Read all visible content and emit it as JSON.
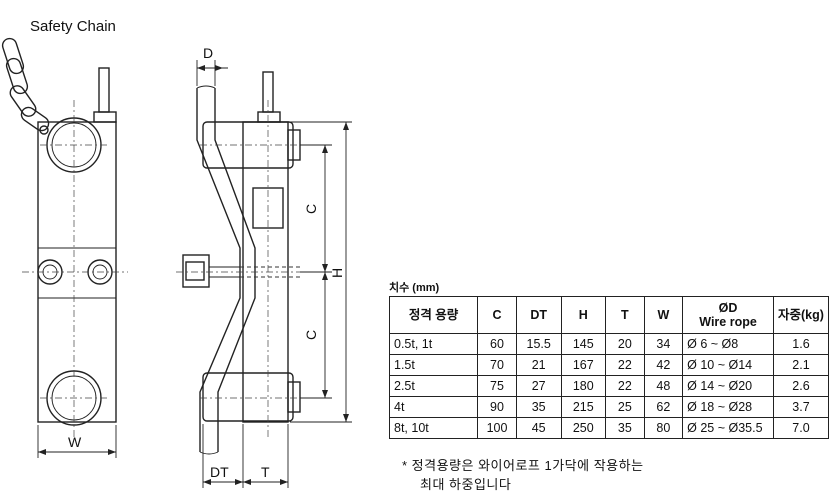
{
  "labels": {
    "safety_chain": "Safety Chain",
    "D": "D",
    "W": "W",
    "DT": "DT",
    "T": "T",
    "C_upper": "C",
    "C_lower": "C",
    "H": "H"
  },
  "table": {
    "title": "치수 (mm)",
    "headers": [
      "정격 용량",
      "C",
      "DT",
      "H",
      "T",
      "W",
      "ØD\nWire rope",
      "자중(kg)"
    ],
    "header_line1_od": "ØD",
    "header_line2_od": "Wire rope",
    "rows": [
      [
        "0.5t, 1t",
        "60",
        "15.5",
        "145",
        "20",
        "34",
        "Ø 6 ~ Ø8",
        "1.6"
      ],
      [
        "1.5t",
        "70",
        "21",
        "167",
        "22",
        "42",
        "Ø 10 ~ Ø14",
        "2.1"
      ],
      [
        "2.5t",
        "75",
        "27",
        "180",
        "22",
        "48",
        "Ø 14 ~ Ø20",
        "2.6"
      ],
      [
        "4t",
        "90",
        "35",
        "215",
        "25",
        "62",
        "Ø 18 ~ Ø28",
        "3.7"
      ],
      [
        "8t, 10t",
        "100",
        "45",
        "250",
        "35",
        "80",
        "Ø 25 ~ Ø35.5",
        "7.0"
      ]
    ]
  },
  "note": {
    "line1": "* 정격용량은 와이어로프 1가닥에 작용하는",
    "line2": "최대 하중입니다"
  }
}
